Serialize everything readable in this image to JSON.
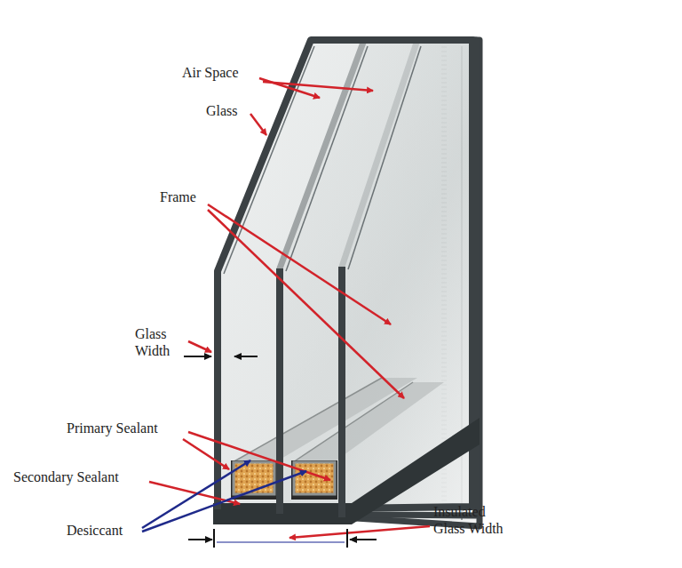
{
  "diagram": {
    "labels": [
      "Air Space",
      "Glass",
      "Frame",
      "Glass Width",
      "Primary Sealant",
      "Secondary Sealant",
      "Desiccant",
      "Insulated Glass Width"
    ]
  }
}
